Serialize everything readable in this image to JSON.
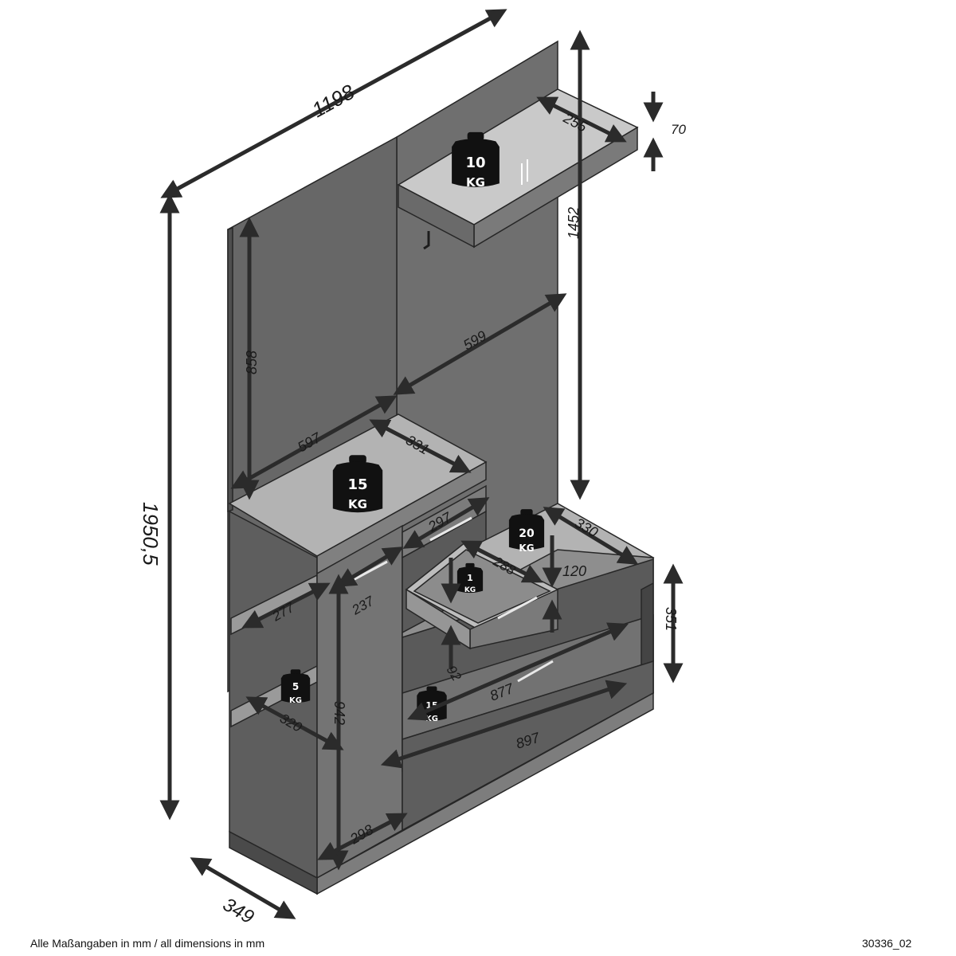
{
  "colors": {
    "panel": "#6f6f6f",
    "panel_dark": "#555555",
    "panel_light": "#8a8a8a",
    "interior": "#606060",
    "outline": "#262626",
    "arrow": "#2b2b2b",
    "weight": "#111111"
  },
  "dimensions": {
    "total_width": "1198",
    "total_height": "1950,5",
    "depth": "349",
    "shelf_depth": "255",
    "shelf_thickness": "70",
    "back_panel_height": "1452",
    "left_panel_height": "858",
    "right_panel_width": "599",
    "left_panel_width": "597",
    "left_top_depth": "331",
    "drawer_width": "297",
    "inner_drawer_width": "288",
    "drawer_height": "120",
    "right_top_depth": "330",
    "right_open_height": "351",
    "left_shelf_depth": "277",
    "door_width": "237",
    "lower_shelf_depth": "320",
    "cabinet_height": "942",
    "plinth_clearance": "92",
    "bench_inner_width": "877",
    "bench_outer_width": "897",
    "door_bottom_width": "298"
  },
  "weights": {
    "top_shelf": {
      "value": "10",
      "unit": "KG"
    },
    "left_top": {
      "value": "15",
      "unit": "KG"
    },
    "right_top": {
      "value": "20",
      "unit": "KG"
    },
    "drawer": {
      "value": "1",
      "unit": "KG"
    },
    "left_shelf": {
      "value": "5",
      "unit": "KG"
    },
    "bench_drawer": {
      "value": "15",
      "unit": "KG"
    }
  },
  "icons": [
    "double-arrow-icon",
    "weight-icon",
    "coat-hook-icon",
    "drawer-handle-icon"
  ],
  "footer": {
    "note": "Alle Maßangaben in mm / all dimensions in mm",
    "code": "30336_02"
  }
}
